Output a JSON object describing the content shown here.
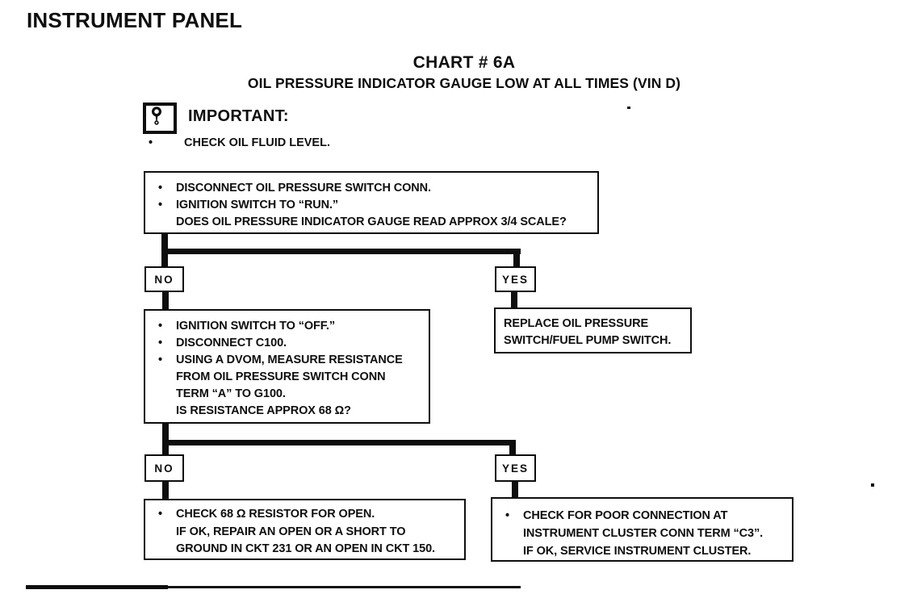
{
  "page": {
    "title": "INSTRUMENT PANEL"
  },
  "chart": {
    "title": "CHART # 6A",
    "subtitle": "OIL PRESSURE INDICATOR GAUGE LOW AT ALL TIMES (VIN D)"
  },
  "important": {
    "icon": "exclamation-icon",
    "label": "IMPORTANT:",
    "item": {
      "bullet": "•",
      "text": "CHECK OIL FLUID LEVEL."
    }
  },
  "flow": {
    "step1": {
      "lines": [
        {
          "bullet": "•",
          "text": "DISCONNECT OIL PRESSURE SWITCH CONN."
        },
        {
          "bullet": "•",
          "text": "IGNITION SWITCH TO “RUN.”"
        },
        {
          "bullet": "",
          "text": "DOES OIL PRESSURE INDICATOR GAUGE READ APPROX 3/4 SCALE?"
        }
      ]
    },
    "branch1": {
      "no": "NO",
      "yes": "YES"
    },
    "step2": {
      "lines": [
        {
          "bullet": "•",
          "text": "IGNITION SWITCH TO “OFF.”"
        },
        {
          "bullet": "•",
          "text": "DISCONNECT C100."
        },
        {
          "bullet": "•",
          "text": "USING A DVOM, MEASURE RESISTANCE"
        },
        {
          "bullet": "",
          "text": "FROM OIL PRESSURE SWITCH CONN"
        },
        {
          "bullet": "",
          "text": "TERM “A” TO G100."
        },
        {
          "bullet": "",
          "text": "IS RESISTANCE APPROX 68 Ω?"
        }
      ]
    },
    "replace": {
      "lines": [
        {
          "text": "REPLACE OIL PRESSURE"
        },
        {
          "text": "SWITCH/FUEL PUMP SWITCH."
        }
      ]
    },
    "branch2": {
      "no": "NO",
      "yes": "YES"
    },
    "result_no": {
      "lines": [
        {
          "bullet": "•",
          "text": "CHECK 68 Ω RESISTOR FOR OPEN."
        },
        {
          "bullet": "",
          "text": "IF OK, REPAIR AN OPEN OR A SHORT TO"
        },
        {
          "bullet": "",
          "text": "GROUND IN CKT 231 OR AN OPEN IN CKT 150."
        }
      ]
    },
    "result_yes": {
      "lines": [
        {
          "bullet": "•",
          "text": "CHECK FOR POOR CONNECTION AT"
        },
        {
          "bullet": "",
          "text": "INSTRUMENT CLUSTER CONN TERM “C3”."
        },
        {
          "bullet": "",
          "text": "IF OK, SERVICE INSTRUMENT CLUSTER."
        }
      ]
    }
  },
  "colors": {
    "ink": "#0e0e0e",
    "paper": "#ffffff"
  }
}
